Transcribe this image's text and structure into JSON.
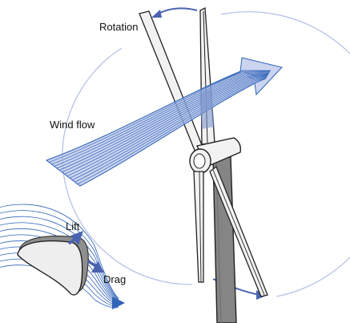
{
  "labels": {
    "rotation": "Rotation",
    "wind_flow": "Wind flow",
    "lift": "Lift",
    "drag": "Drag"
  },
  "colors": {
    "flow_stroke": "#2f63b8",
    "flow_fill": "#b9c6ea",
    "arrow": "#4a63b0",
    "tower": "#858585",
    "blade": "#f2f2f2",
    "outline": "#222222",
    "circle": "#b7c3e6",
    "airfoil_shadow": "#8e8e8e"
  },
  "icons": {
    "rotation_arrow": "curved-arrow",
    "lift_arrow": "arrow-up-right",
    "drag_arrow": "arrow-right"
  }
}
